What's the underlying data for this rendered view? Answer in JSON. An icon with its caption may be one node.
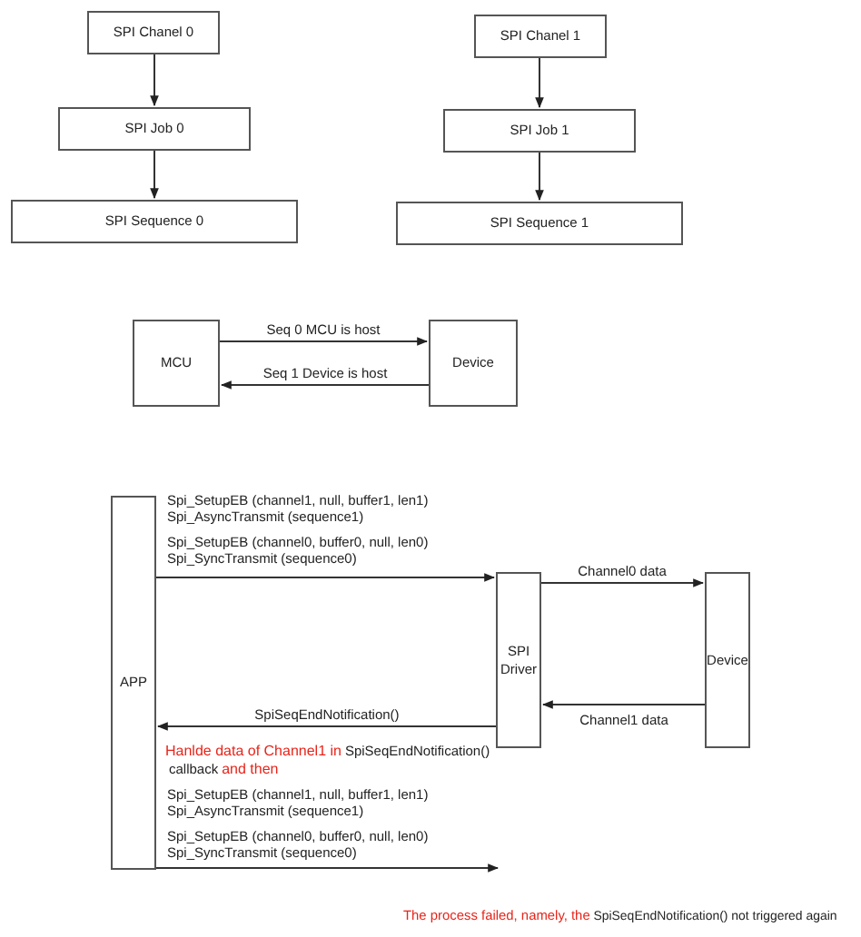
{
  "diagram": {
    "nodes": [
      {
        "text": [
          "SPI Chanel 0"
        ]
      },
      {
        "text": [
          "SPI Job 0"
        ]
      },
      {
        "text": [
          "SPI Sequence 0"
        ]
      },
      {
        "text": [
          "SPI Chanel 1"
        ]
      },
      {
        "text": [
          "SPI Job 1"
        ]
      },
      {
        "text": [
          "SPI Sequence 1"
        ]
      },
      {
        "text": [
          "MCU"
        ]
      },
      {
        "text": [
          "Device"
        ]
      },
      {
        "text": [
          "APP"
        ]
      },
      {
        "text": [
          "SPI Driver"
        ]
      },
      {
        "text": [
          "Device"
        ]
      }
    ],
    "edges": [
      {
        "from": 0,
        "to": 1,
        "arrow": "to"
      },
      {
        "from": 1,
        "to": 2,
        "arrow": "to"
      },
      {
        "from": 3,
        "to": 4,
        "arrow": "to"
      },
      {
        "from": 4,
        "to": 5,
        "arrow": "to"
      },
      {
        "from": 6,
        "to": 7,
        "arrow": "to",
        "label": "Seq 0 MCU is host"
      },
      {
        "from": 7,
        "to": 6,
        "arrow": "to",
        "label": "Seq 1 Device is host"
      },
      {
        "from": 8,
        "to": 9,
        "arrow": "to"
      },
      {
        "from": 9,
        "to": 10,
        "arrow": "to",
        "label": "Channel0 data"
      },
      {
        "from": 10,
        "to": 9,
        "arrow": "to",
        "label": "Channel1 data"
      },
      {
        "from": 9,
        "to": 8,
        "arrow": "to",
        "label": "SpiSeqEndNotification()"
      },
      {
        "from": 8,
        "to": null,
        "arrow": "to"
      }
    ],
    "labels": [
      "Spi_SetupEB (channel1, null, buffer1, len1)",
      "Spi_AsyncTransmit (sequence1)",
      "Spi_SetupEB (channel0, buffer0, null, len0)",
      "Spi_SyncTransmit (sequence0)",
      "Hanlde data of Channel1 in",
      "SpiSeqEndNotification()",
      "callback",
      "and then",
      "Spi_SetupEB (channel1, null, buffer1, len1)",
      "Spi_AsyncTransmit (sequence1)",
      "Spi_SetupEB (channel0, buffer0, null, len0)",
      "Spi_SyncTransmit (sequence0)",
      "The process failed, namely, the",
      "SpiSeqEndNotification()",
      "not triggered again"
    ]
  }
}
